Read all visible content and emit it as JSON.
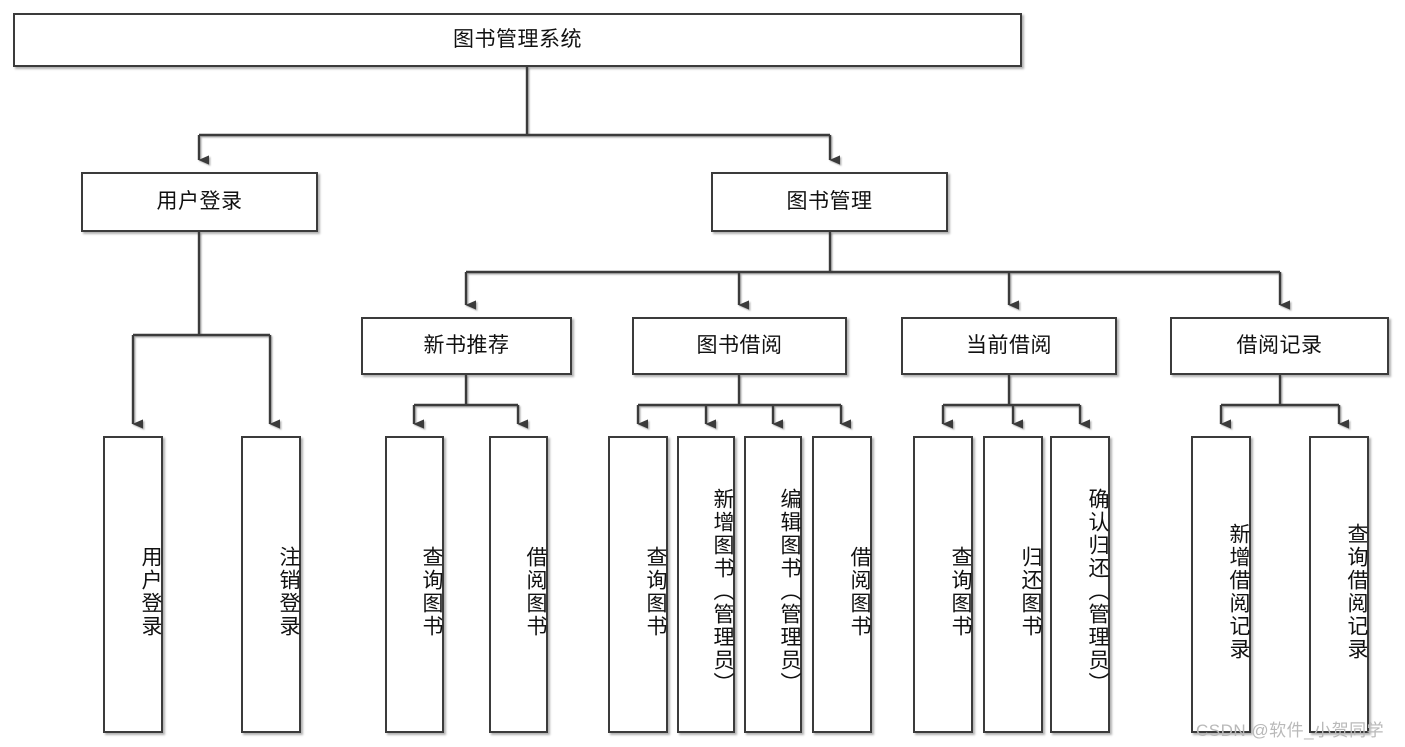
{
  "diagram": {
    "type": "tree",
    "title": "图书管理系统",
    "orientation": "top-down",
    "colors": {
      "node_fill": "#ffffff",
      "node_stroke": "#3b3b3b",
      "edge_stroke": "#3b3b3b",
      "text": "#111111",
      "watermark": "#b9b9b9",
      "background": "#ffffff"
    }
  },
  "root": {
    "label": "图书管理系统"
  },
  "level2": [
    {
      "label": "用户登录"
    },
    {
      "label": "图书管理"
    }
  ],
  "level3": [
    {
      "label": "新书推荐"
    },
    {
      "label": "图书借阅"
    },
    {
      "label": "当前借阅"
    },
    {
      "label": "借阅记录"
    }
  ],
  "leaves": {
    "user_login": [
      {
        "label": "用户登录"
      },
      {
        "label": "注销登录"
      }
    ],
    "new_book_recommend": [
      {
        "label": "查询图书"
      },
      {
        "label": "借阅图书"
      }
    ],
    "book_borrow": [
      {
        "label": "查询图书"
      },
      {
        "label": "新增图书（管理员）"
      },
      {
        "label": "编辑图书（管理员）"
      },
      {
        "label": "借阅图书"
      }
    ],
    "current_borrow": [
      {
        "label": "查询图书"
      },
      {
        "label": "归还图书"
      },
      {
        "label": "确认归还（管理员）"
      }
    ],
    "borrow_record": [
      {
        "label": "新增借阅记录"
      },
      {
        "label": "查询借阅记录"
      }
    ]
  },
  "watermark": {
    "text": "CSDN @软件_小贺同学"
  }
}
